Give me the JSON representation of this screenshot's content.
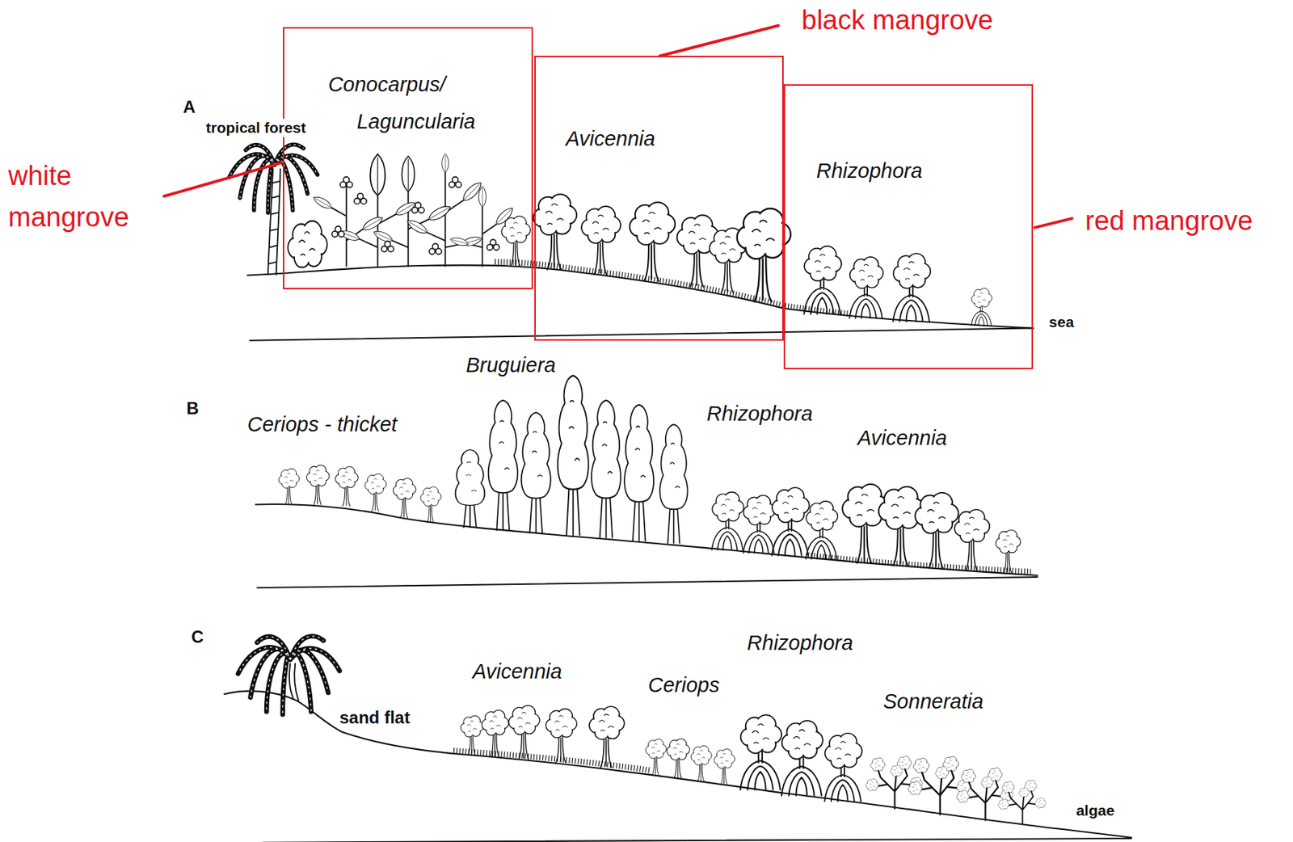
{
  "diagram": {
    "nodes": [
      {
        "text": [
          "Conocarpus/ Laguncularia"
        ]
      },
      {
        "text": [
          "Avicennia"
        ]
      },
      {
        "text": [
          "Rhizophora"
        ]
      }
    ],
    "labels": [
      "black mangrove",
      "A",
      "tropical forest",
      "white mangrove",
      "red mangrove",
      "sea",
      "B",
      "Bruguiera",
      "Ceriops - thicket",
      "Rhizophora",
      "Avicennia",
      "C",
      "Rhizophora",
      "Avicennia",
      "Ceriops",
      "Sonneratia",
      "sand flat",
      "algae"
    ]
  }
}
